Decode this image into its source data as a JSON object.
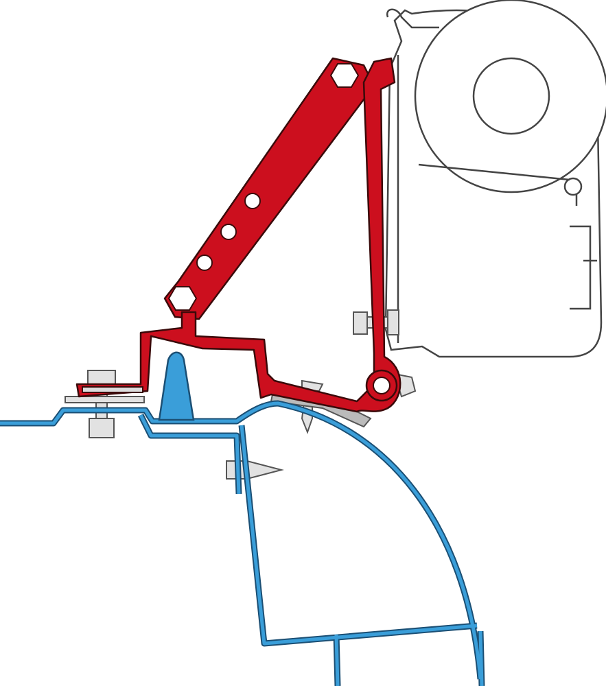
{
  "diagram": {
    "parts": [
      {
        "name": "awning-cassette",
        "color": "#ffffff",
        "outline": "#444444"
      },
      {
        "name": "adapter-bracket",
        "color": "#cc0f1e",
        "outline": "#3a0a0a"
      },
      {
        "name": "vehicle-roof-profile",
        "color": "#3a9ed9",
        "outline": "#1b4f74"
      },
      {
        "name": "fasteners",
        "color": "#e2e2e2",
        "outline": "#555555"
      }
    ]
  }
}
